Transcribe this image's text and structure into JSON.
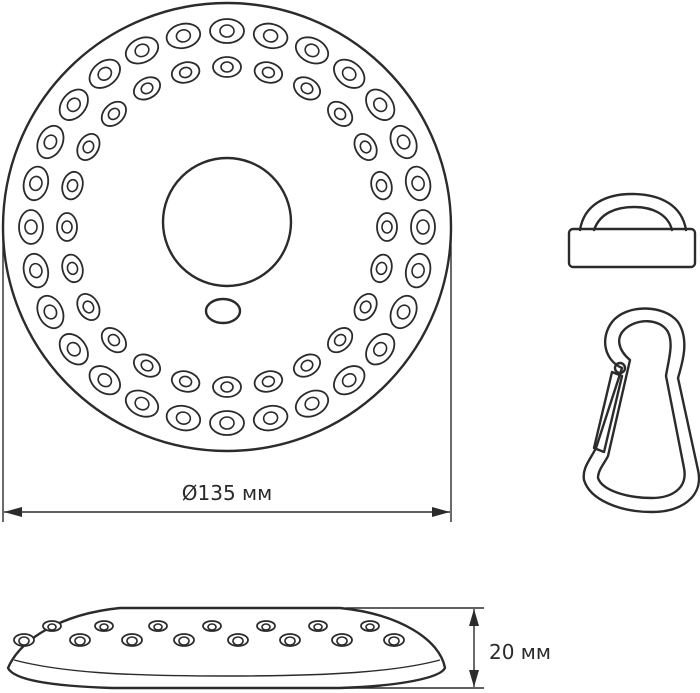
{
  "dimensions": {
    "diameter_label": "Ø135 мм",
    "height_label": "20 мм"
  },
  "leds": {
    "outer_ring_count": 28,
    "inner_ring_count": 24
  }
}
